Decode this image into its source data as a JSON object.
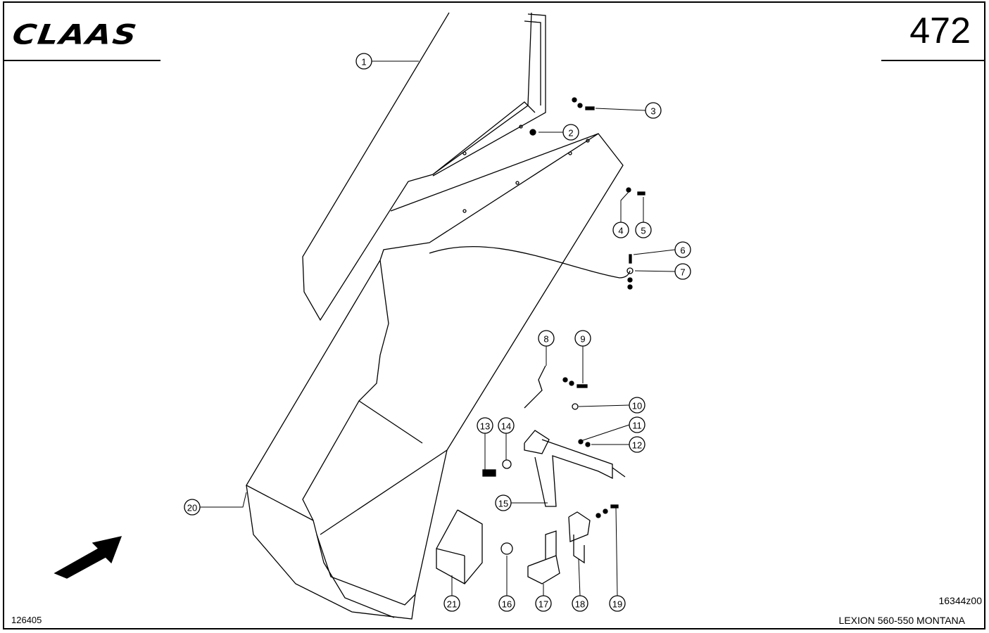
{
  "header": {
    "brand": "CLAAS",
    "page_number": "472"
  },
  "footer": {
    "drawing_number": "16344z00",
    "model": "LEXION 560-550 MONTANA",
    "image_number": "126405"
  },
  "callouts": [
    "1",
    "2",
    "3",
    "4",
    "5",
    "6",
    "7",
    "8",
    "9",
    "10",
    "11",
    "12",
    "13",
    "14",
    "15",
    "16",
    "17",
    "18",
    "19",
    "20",
    "21"
  ]
}
